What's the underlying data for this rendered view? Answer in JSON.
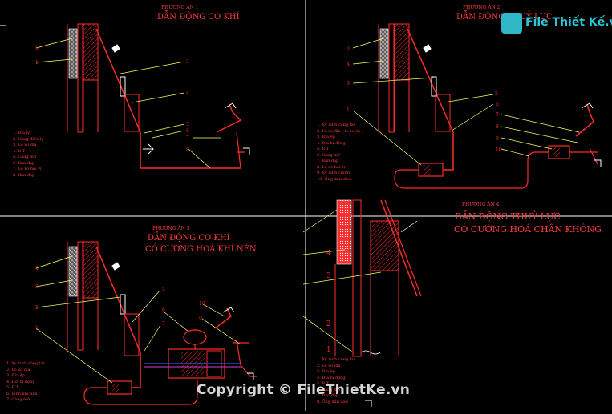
{
  "panels": {
    "p1": {
      "title_small": "PHƯƠNG ÁN 1",
      "title_big": "DẪN ĐỘNG CƠ KHÍ",
      "legend": [
        "1. Đĩa ly",
        "2. Càng điều ly",
        "3. Lò xo đĩa",
        "4. B T",
        "5. Càng mở",
        "6. Bàn đạp",
        "7. Lò xo hồi vị",
        "8. Bàn đạp"
      ],
      "callouts": [
        "5",
        "1",
        "3",
        "4",
        "5",
        "6",
        "7",
        "8"
      ]
    },
    "p2": {
      "title_small": "PHƯƠNG ÁN 2",
      "title_big": "DẪN ĐỘNG THUỶ LỰC",
      "legend": [
        "1. Xy lanh công tác",
        "2. Lò xo đĩa ( lò xo ép )",
        "3. Đĩa ép",
        "4. Đĩa bị động",
        "5. B T",
        "6. Càng mở",
        "7. Bàn đạp",
        "8. Lò xo hồi vị",
        "9. Xy lanh chính",
        "10. Ống dẫn dầu"
      ],
      "callouts": [
        "5",
        "4",
        "3",
        "1",
        "5",
        "6",
        "7",
        "8",
        "9",
        "10"
      ]
    },
    "p3": {
      "title_small": "PHƯƠNG ÁN 3",
      "title_big": "DẪN ĐỘNG CƠ KHÍ",
      "title_big2": "CÓ CƯỜNG HOÁ KHÍ NÉN",
      "legend": [
        "1. Xy lanh công tác",
        "2. Lò xo đĩa",
        "3. Đĩa ép",
        "4. Đĩa bị động",
        "5. B T",
        "6. Bình khí nén",
        "7. Càng mở"
      ],
      "callouts": [
        "4",
        "3",
        "2",
        "1",
        "5",
        "6",
        "7",
        "10",
        "9"
      ]
    },
    "p4": {
      "title_small": "PHƯƠNG ÁN 4",
      "title_big": "DẪN ĐỘNG THUỶ LỰC",
      "title_big2": "CÓ CƯỜNG HOÁ CHÂN KHÔNG",
      "legend": [
        "1. Xy lanh công tác",
        "2. Lò xo đĩa",
        "3. Đĩa ép",
        "4. Đĩa bị động",
        "5. B T",
        "6. Càng mở",
        "7. Bàn đạp",
        "8. Ống dẫn dầu"
      ],
      "callouts": [
        "4",
        "3",
        "2",
        "1"
      ]
    }
  },
  "watermark": "Copyright © FileThietKe.vn",
  "logo": {
    "text": "File Thiết Kế.vn",
    "icon": "file-thiet-ke-logo-icon"
  },
  "colors": {
    "background": "#000000",
    "red": "#ff2a2a",
    "yellow": "#ffff66",
    "white": "#ffffff",
    "magenta": "#d040d0",
    "blue": "#3355ff"
  }
}
